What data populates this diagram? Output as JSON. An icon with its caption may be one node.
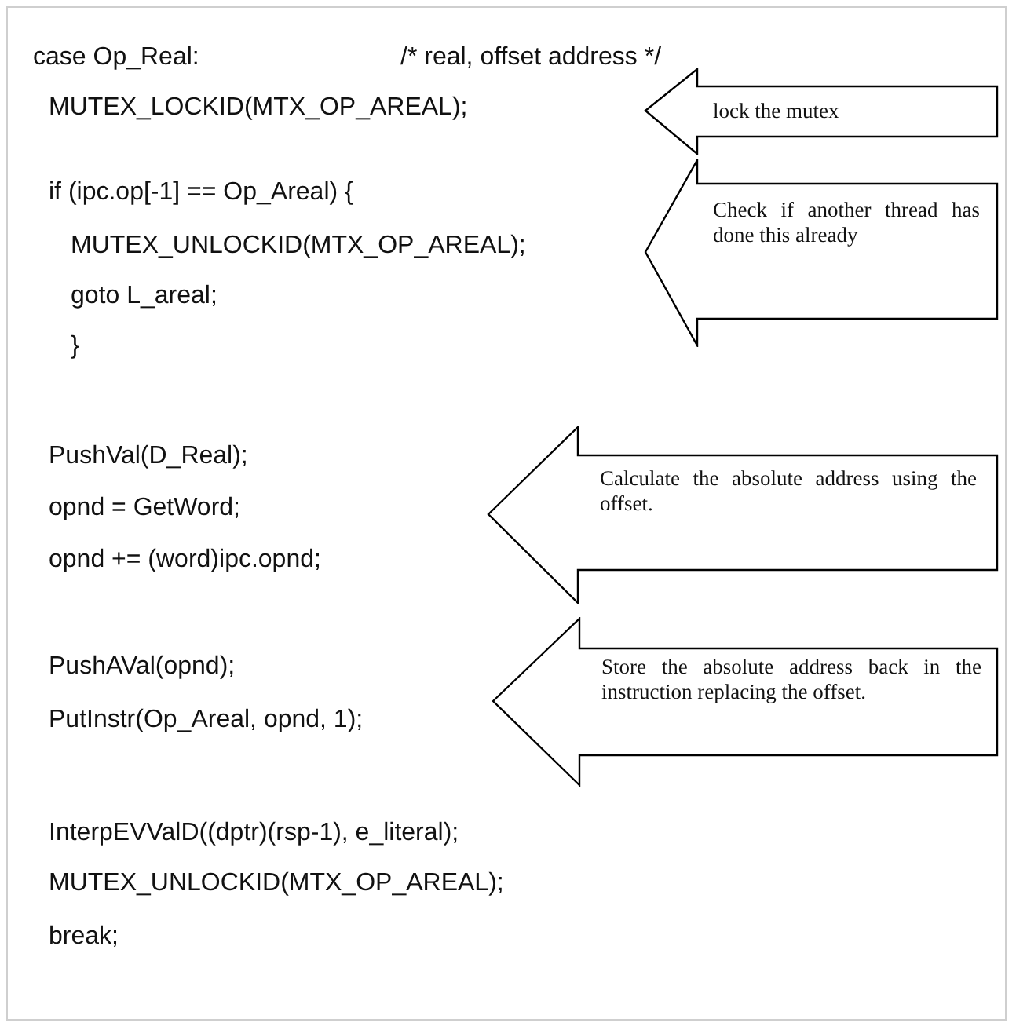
{
  "diagram": {
    "nodes": [
      {
        "text": [
          "lock the mutex"
        ]
      },
      {
        "text": [
          "Check if another thread has done this already"
        ]
      },
      {
        "text": [
          "Calculate the absolute address using the offset."
        ]
      },
      {
        "text": [
          "Store the absolute address back in the instruction replacing the offset."
        ]
      }
    ],
    "labels": [
      "case Op_Real:",
      "/* real, offset address */",
      "MUTEX_LOCKID(MTX_OP_AREAL);",
      "if (ipc.op[-1] == Op_Areal) {",
      "MUTEX_UNLOCKID(MTX_OP_AREAL);",
      "goto L_areal;",
      "}",
      "PushVal(D_Real);",
      "opnd = GetWord;",
      "opnd += (word)ipc.opnd;",
      "PushAVal(opnd);",
      "PutInstr(Op_Areal, opnd, 1);",
      "InterpEVValD((dptr)(rsp-1), e_literal);",
      "MUTEX_UNLOCKID(MTX_OP_AREAL);",
      "break;"
    ]
  }
}
